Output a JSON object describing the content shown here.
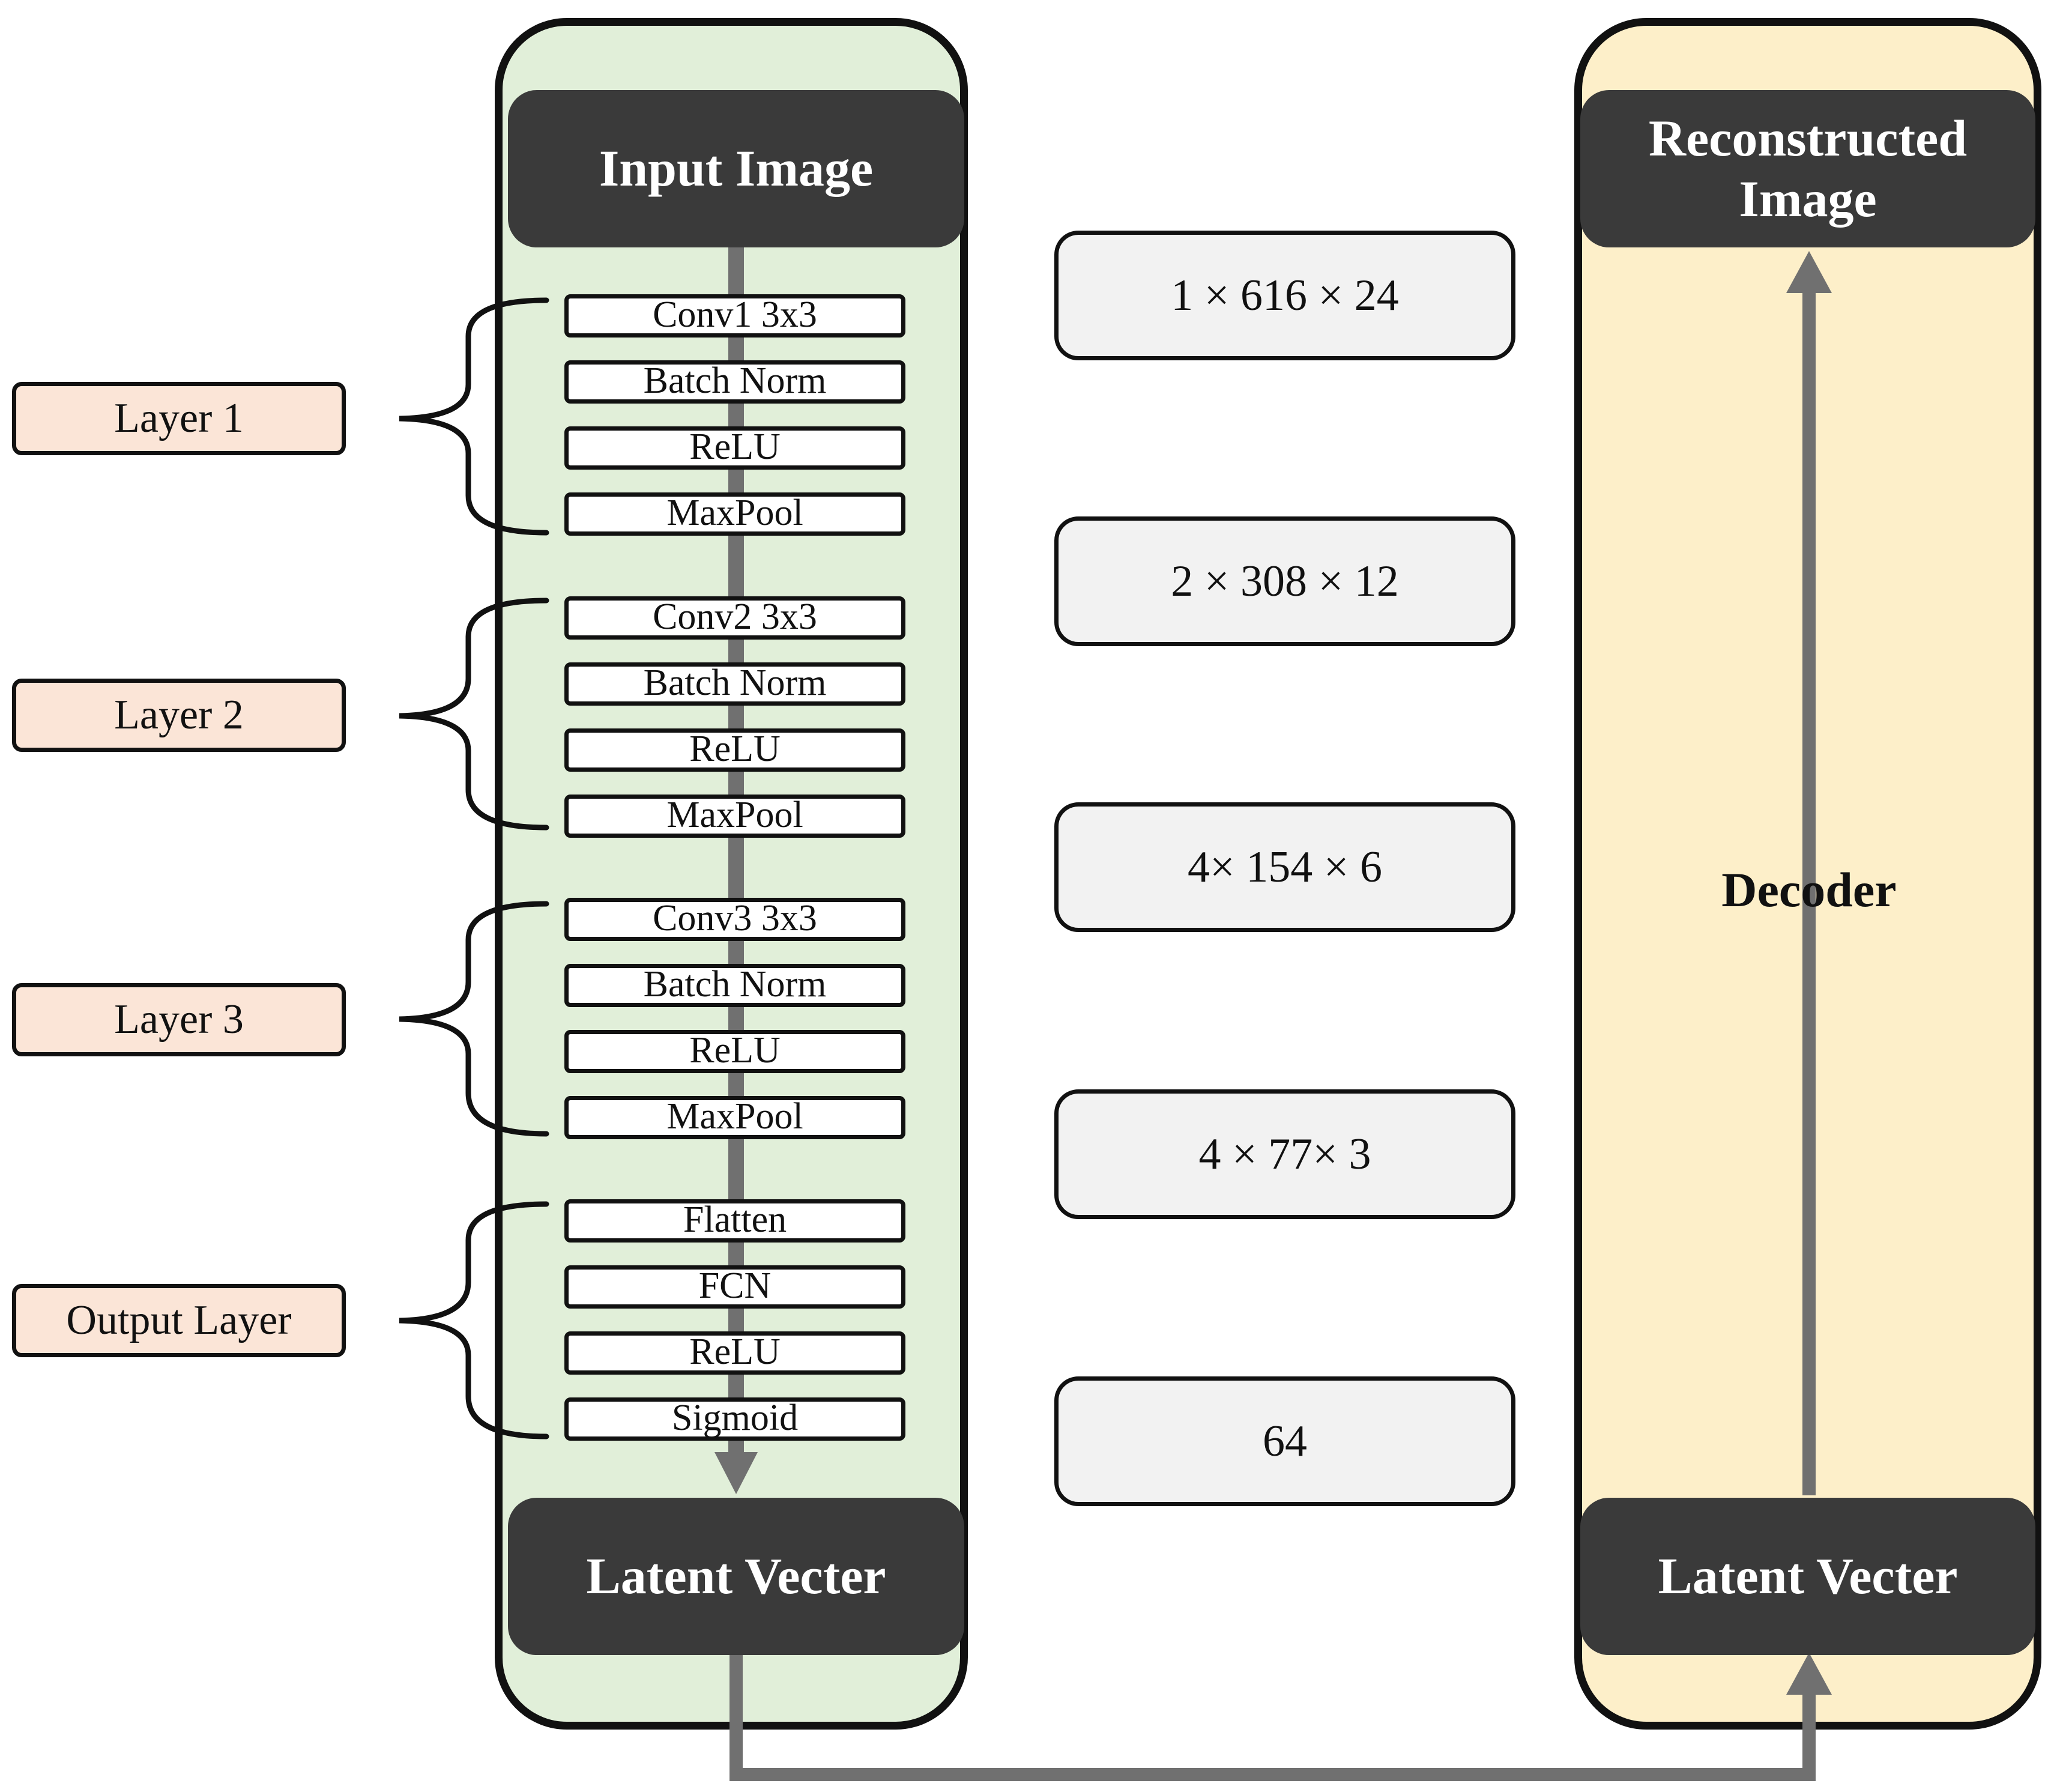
{
  "encoder": {
    "input_title": "Input Image",
    "output_title": "Latent Vecter",
    "ops": [
      "Conv1 3x3",
      "Batch Norm",
      "ReLU",
      "MaxPool",
      "Conv2 3x3",
      "Batch Norm",
      "ReLU",
      "MaxPool",
      "Conv3 3x3",
      "Batch Norm",
      "ReLU",
      "MaxPool",
      "Flatten",
      "FCN",
      "ReLU",
      "Sigmoid"
    ]
  },
  "layer_labels": [
    "Layer 1",
    "Layer 2",
    "Layer 3",
    "Output Layer"
  ],
  "shapes": [
    "1 × 616 × 24",
    "2 × 308 × 12",
    "4× 154 × 6",
    "4 × 77× 3",
    "64"
  ],
  "decoder": {
    "title": "Reconstructed Image",
    "label": "Decoder",
    "input_title": "Latent Vecter"
  },
  "colors": {
    "encoder_bg": "#e1efd9",
    "decoder_bg": "#fdefc9",
    "dark_block": "#3a3a3a",
    "layer_label_bg": "#fbe5d7",
    "shape_box_bg": "#f2f2f2",
    "arrow": "#707070"
  }
}
